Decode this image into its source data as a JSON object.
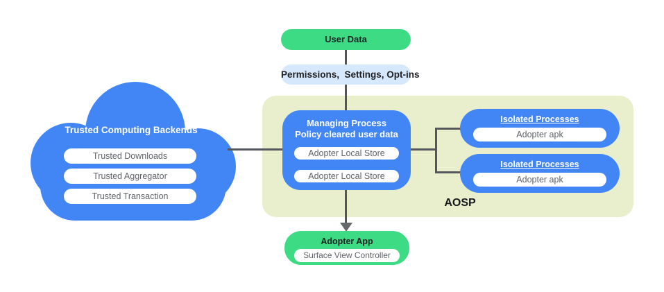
{
  "colors": {
    "green": "#3ddc84",
    "blue": "#4286f5",
    "light_blue": "#d6e8fb",
    "container_bg": "#e9efcd",
    "line": "#54585c",
    "pill_text": "#5f6368",
    "dark_text": "#202124",
    "white": "#ffffff"
  },
  "nodes": {
    "user_data": {
      "label": "User Data"
    },
    "permissions": {
      "label": "Permissions,  Settings, Opt-ins"
    },
    "cloud": {
      "title": "Trusted Computing Backends",
      "items": [
        "Trusted Downloads",
        "Trusted Aggregator",
        "Trusted Transaction"
      ]
    },
    "aosp": {
      "label": "AOSP",
      "managing": {
        "title_line1": "Managing Process",
        "title_line2": "Policy cleared user data",
        "stores": [
          "Adopter Local Store",
          "Adopter Local Store"
        ]
      },
      "isolated": [
        {
          "title": "Isolated Processes",
          "item": "Adopter apk"
        },
        {
          "title": "Isolated Processes",
          "item": "Adopter apk"
        }
      ]
    },
    "adopter_app": {
      "title": "Adopter App",
      "item": "Surface View Controller"
    }
  }
}
